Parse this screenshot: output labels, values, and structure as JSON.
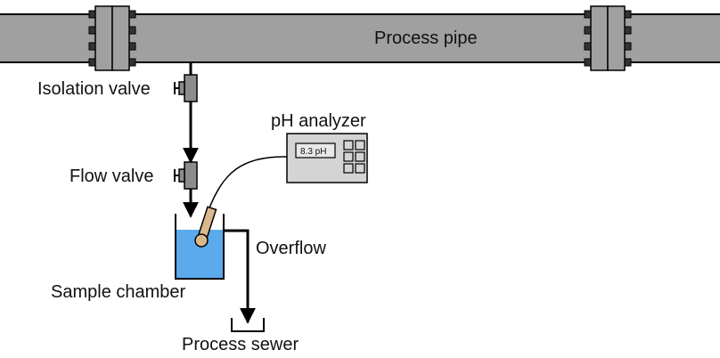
{
  "diagram": {
    "title": "pH analyzer sample system",
    "labels": {
      "process_pipe": "Process pipe",
      "isolation_valve": "Isolation valve",
      "flow_valve": "Flow valve",
      "ph_analyzer": "pH analyzer",
      "overflow": "Overflow",
      "sample_chamber": "Sample chamber",
      "process_sewer": "Process sewer"
    },
    "analyzer_display": "8.3 pH",
    "analyzer_buttons": 6,
    "colors": {
      "pipe": "#a0a0a0",
      "flange": "#a0a0a0",
      "valve": "#8c8c8c",
      "analyzer_body": "#d4d4d4",
      "liquid": "#5aaaec",
      "probe": "#d9b88c",
      "line": "#000000"
    }
  }
}
